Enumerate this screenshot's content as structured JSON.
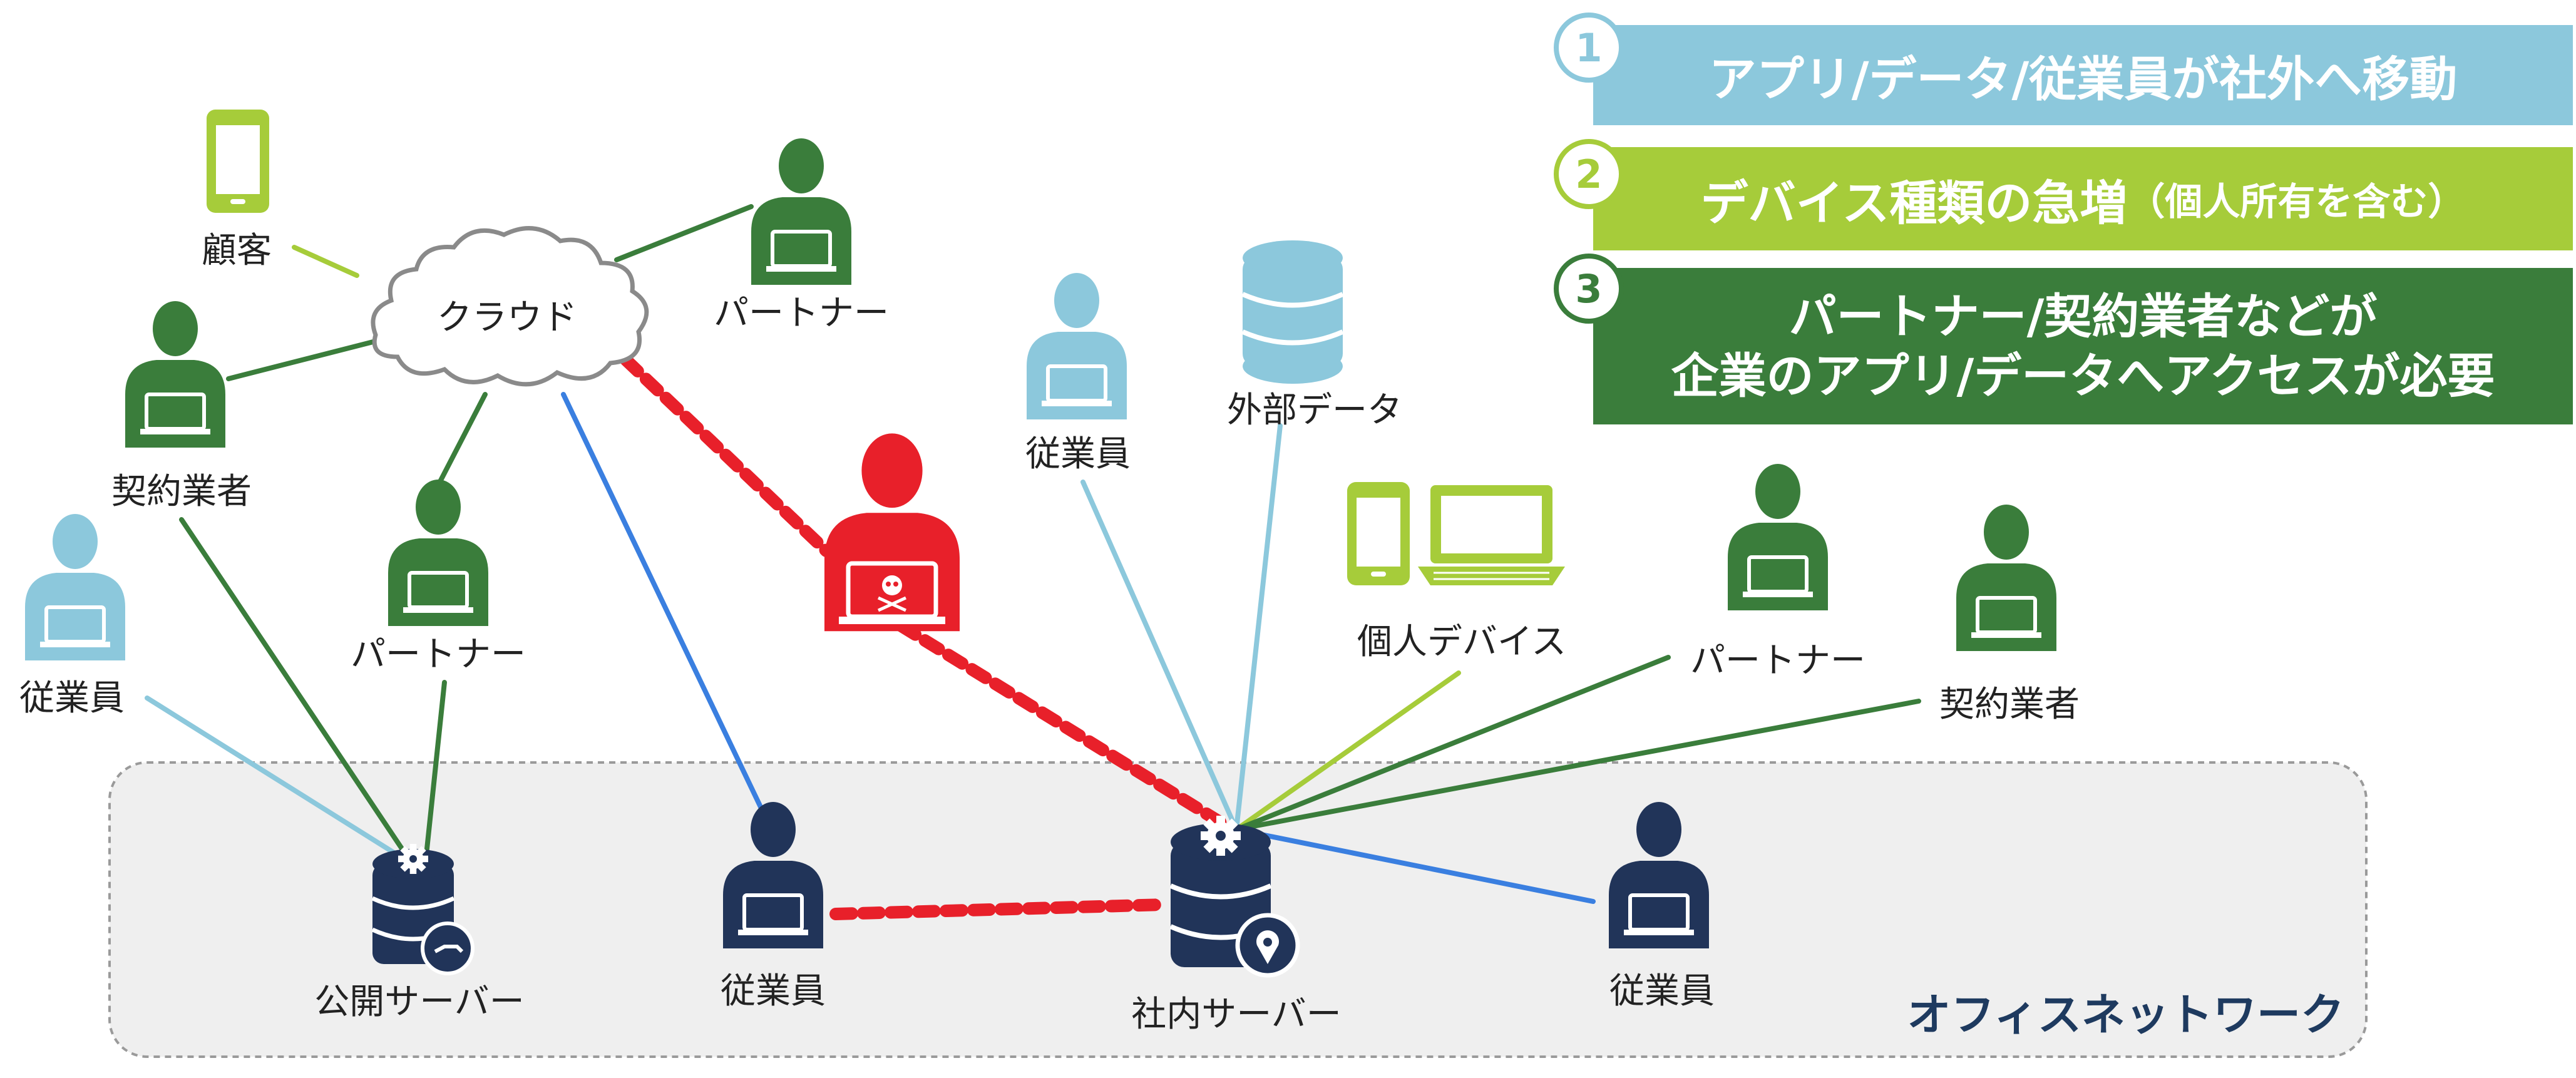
{
  "colors": {
    "banner1": "#8cc8dc",
    "banner2": "#a6cc3a",
    "banner3": "#3a7d3b",
    "employee_light": "#8cc8dc",
    "partner_green": "#3a7d3b",
    "device_green": "#a6cc3a",
    "office_navy": "#213459",
    "attacker_red": "#e8202a",
    "link_blue": "#3a7fe0"
  },
  "banners": [
    {
      "num": "1",
      "text": "アプリ/データ/従業員が社外へ移動"
    },
    {
      "num": "2",
      "text": "デバイス種類の急増",
      "sub": "（個人所有を含む）"
    },
    {
      "num": "3",
      "line1": "パートナー/契約業者などが",
      "line2": "企業のアプリ/データへアクセスが必要"
    }
  ],
  "nodes": {
    "customer": "顧客",
    "cloud": "クラウド",
    "partner_top": "パートナー",
    "contractor_left": "契約業者",
    "partner_mid": "パートナー",
    "employee_left": "従業員",
    "employee_top": "従業員",
    "external_data": "外部データ",
    "personal_devices": "個人デバイス",
    "partner_right": "パートナー",
    "contractor_right": "契約業者",
    "public_server": "公開サーバー",
    "employee_office_left": "従業員",
    "internal_server": "社内サーバー",
    "employee_office_right": "従業員"
  },
  "office_network": "オフィスネットワーク",
  "icons": {
    "user": "person-laptop-icon",
    "attacker": "skull-laptop-icon",
    "database": "database-icon",
    "server": "server-gear-icon",
    "phone": "smartphone-icon",
    "laptop": "laptop-icon",
    "cloud": "cloud-icon"
  }
}
